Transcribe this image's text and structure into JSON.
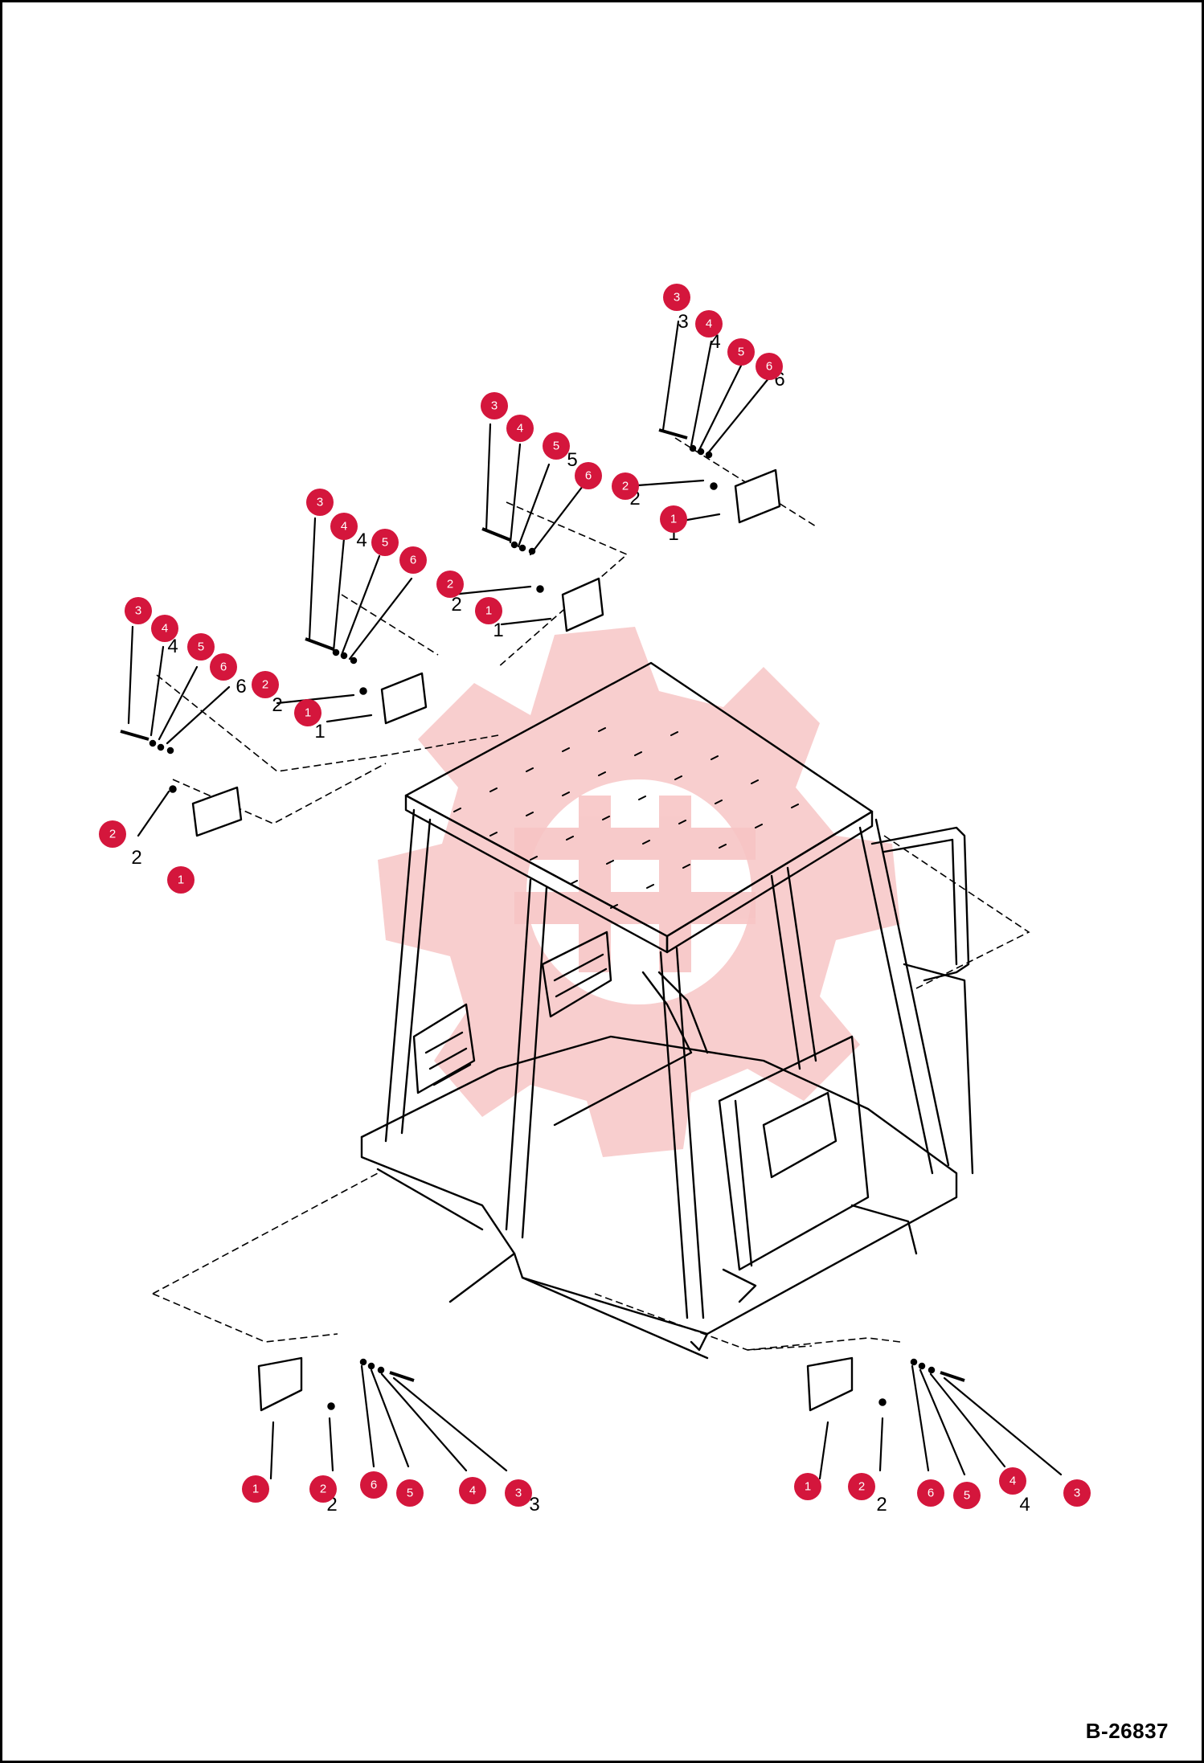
{
  "figure": {
    "reference_number": "B-26837",
    "callout_color": "#d4163c",
    "line_color": "#000000",
    "watermark_color": "#f7c5c5",
    "background_color": "#ffffff"
  },
  "callouts": [
    "1",
    "2",
    "3",
    "4",
    "5",
    "6"
  ],
  "printed_numbers": [
    "1",
    "2",
    "3",
    "4",
    "5",
    "6"
  ]
}
